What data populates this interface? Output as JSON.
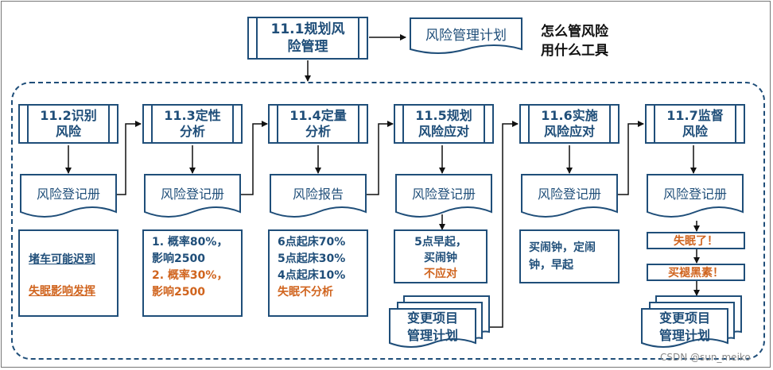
{
  "top": {
    "process": "11.1规划风\n险管理",
    "document": "风险管理计划",
    "question_line1": "怎么管风险",
    "question_line2": "用什么工具"
  },
  "processes": [
    {
      "label": "11.2识别\n风险"
    },
    {
      "label": "11.3定性\n分析"
    },
    {
      "label": "11.4定量\n分析"
    },
    {
      "label": "11.5规划\n风险应对"
    },
    {
      "label": "11.6实施\n风险应对"
    },
    {
      "label": "11.7监督\n风险"
    }
  ],
  "outputs": [
    {
      "label": "风险登记册"
    },
    {
      "label": "风险登记册"
    },
    {
      "label": "风险报告"
    },
    {
      "label": "风险登记册"
    },
    {
      "label": "风险登记册"
    },
    {
      "label": "风险登记册"
    }
  ],
  "notes": {
    "n1": {
      "line1": "堵车可能迟到",
      "line2": "失眠影响发挥"
    },
    "n2": {
      "line1": "1. 概率80%，",
      "line2": "影响2500",
      "line3": "2. 概率30%，",
      "line4": "影响2500"
    },
    "n3": {
      "line1": "6点起床70%",
      "line2": "5点起床30%",
      "line3": "4点起床10%",
      "line4": "失眠不分析"
    },
    "n4": {
      "line1": "5点早起，",
      "line2": "买闹钟",
      "line3": "不应对"
    },
    "n5": {
      "line1": "买闹钟，定闹",
      "line2": "钟，早起"
    },
    "n6a": "失眠了！",
    "n6b": "买褪黑素！"
  },
  "change_docs": [
    {
      "label": "变更项目\n管理计划"
    },
    {
      "label": "变更项目\n管理计划"
    }
  ],
  "watermark": "CSDN @sun_meiko",
  "colors": {
    "primary": "#1f4e79",
    "accent": "#d0641e"
  }
}
